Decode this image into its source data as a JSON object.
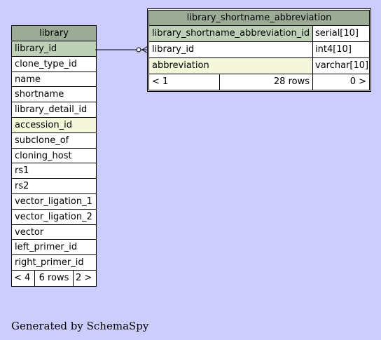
{
  "tables": {
    "library": {
      "title": "library",
      "columns": [
        {
          "name": "library_id",
          "kind": "pk"
        },
        {
          "name": "clone_type_id",
          "kind": ""
        },
        {
          "name": "name",
          "kind": ""
        },
        {
          "name": "shortname",
          "kind": ""
        },
        {
          "name": "library_detail_id",
          "kind": ""
        },
        {
          "name": "accession_id",
          "kind": "idx"
        },
        {
          "name": "subclone_of",
          "kind": ""
        },
        {
          "name": "cloning_host",
          "kind": ""
        },
        {
          "name": "rs1",
          "kind": ""
        },
        {
          "name": "rs2",
          "kind": ""
        },
        {
          "name": "vector_ligation_1",
          "kind": ""
        },
        {
          "name": "vector_ligation_2",
          "kind": ""
        },
        {
          "name": "vector",
          "kind": ""
        },
        {
          "name": "left_primer_id",
          "kind": ""
        },
        {
          "name": "right_primer_id",
          "kind": ""
        }
      ],
      "footer": {
        "parents": "< 4",
        "rows": "6 rows",
        "children": "2 >"
      }
    },
    "library_shortname_abbreviation": {
      "title": "library_shortname_abbreviation",
      "columns": [
        {
          "name": "library_shortname_abbreviation_id",
          "type": "serial[10]",
          "kind": "pk"
        },
        {
          "name": "library_id",
          "type": "int4[10]",
          "kind": ""
        },
        {
          "name": "abbreviation",
          "type": "varchar[10]",
          "kind": "idx"
        }
      ],
      "footer": {
        "parents": "< 1",
        "rows": "28 rows",
        "children": "0 >"
      }
    }
  },
  "relationship": {
    "from": "library.library_id",
    "to": "library_shortname_abbreviation.library_id",
    "notation": "one-to-zero-or-many"
  },
  "colors": {
    "background": "#cccdfd",
    "header": "#9bab96",
    "primary_key": "#bed1b8",
    "indexed": "#f4f7da"
  },
  "generated_by": "Generated by SchemaSpy"
}
